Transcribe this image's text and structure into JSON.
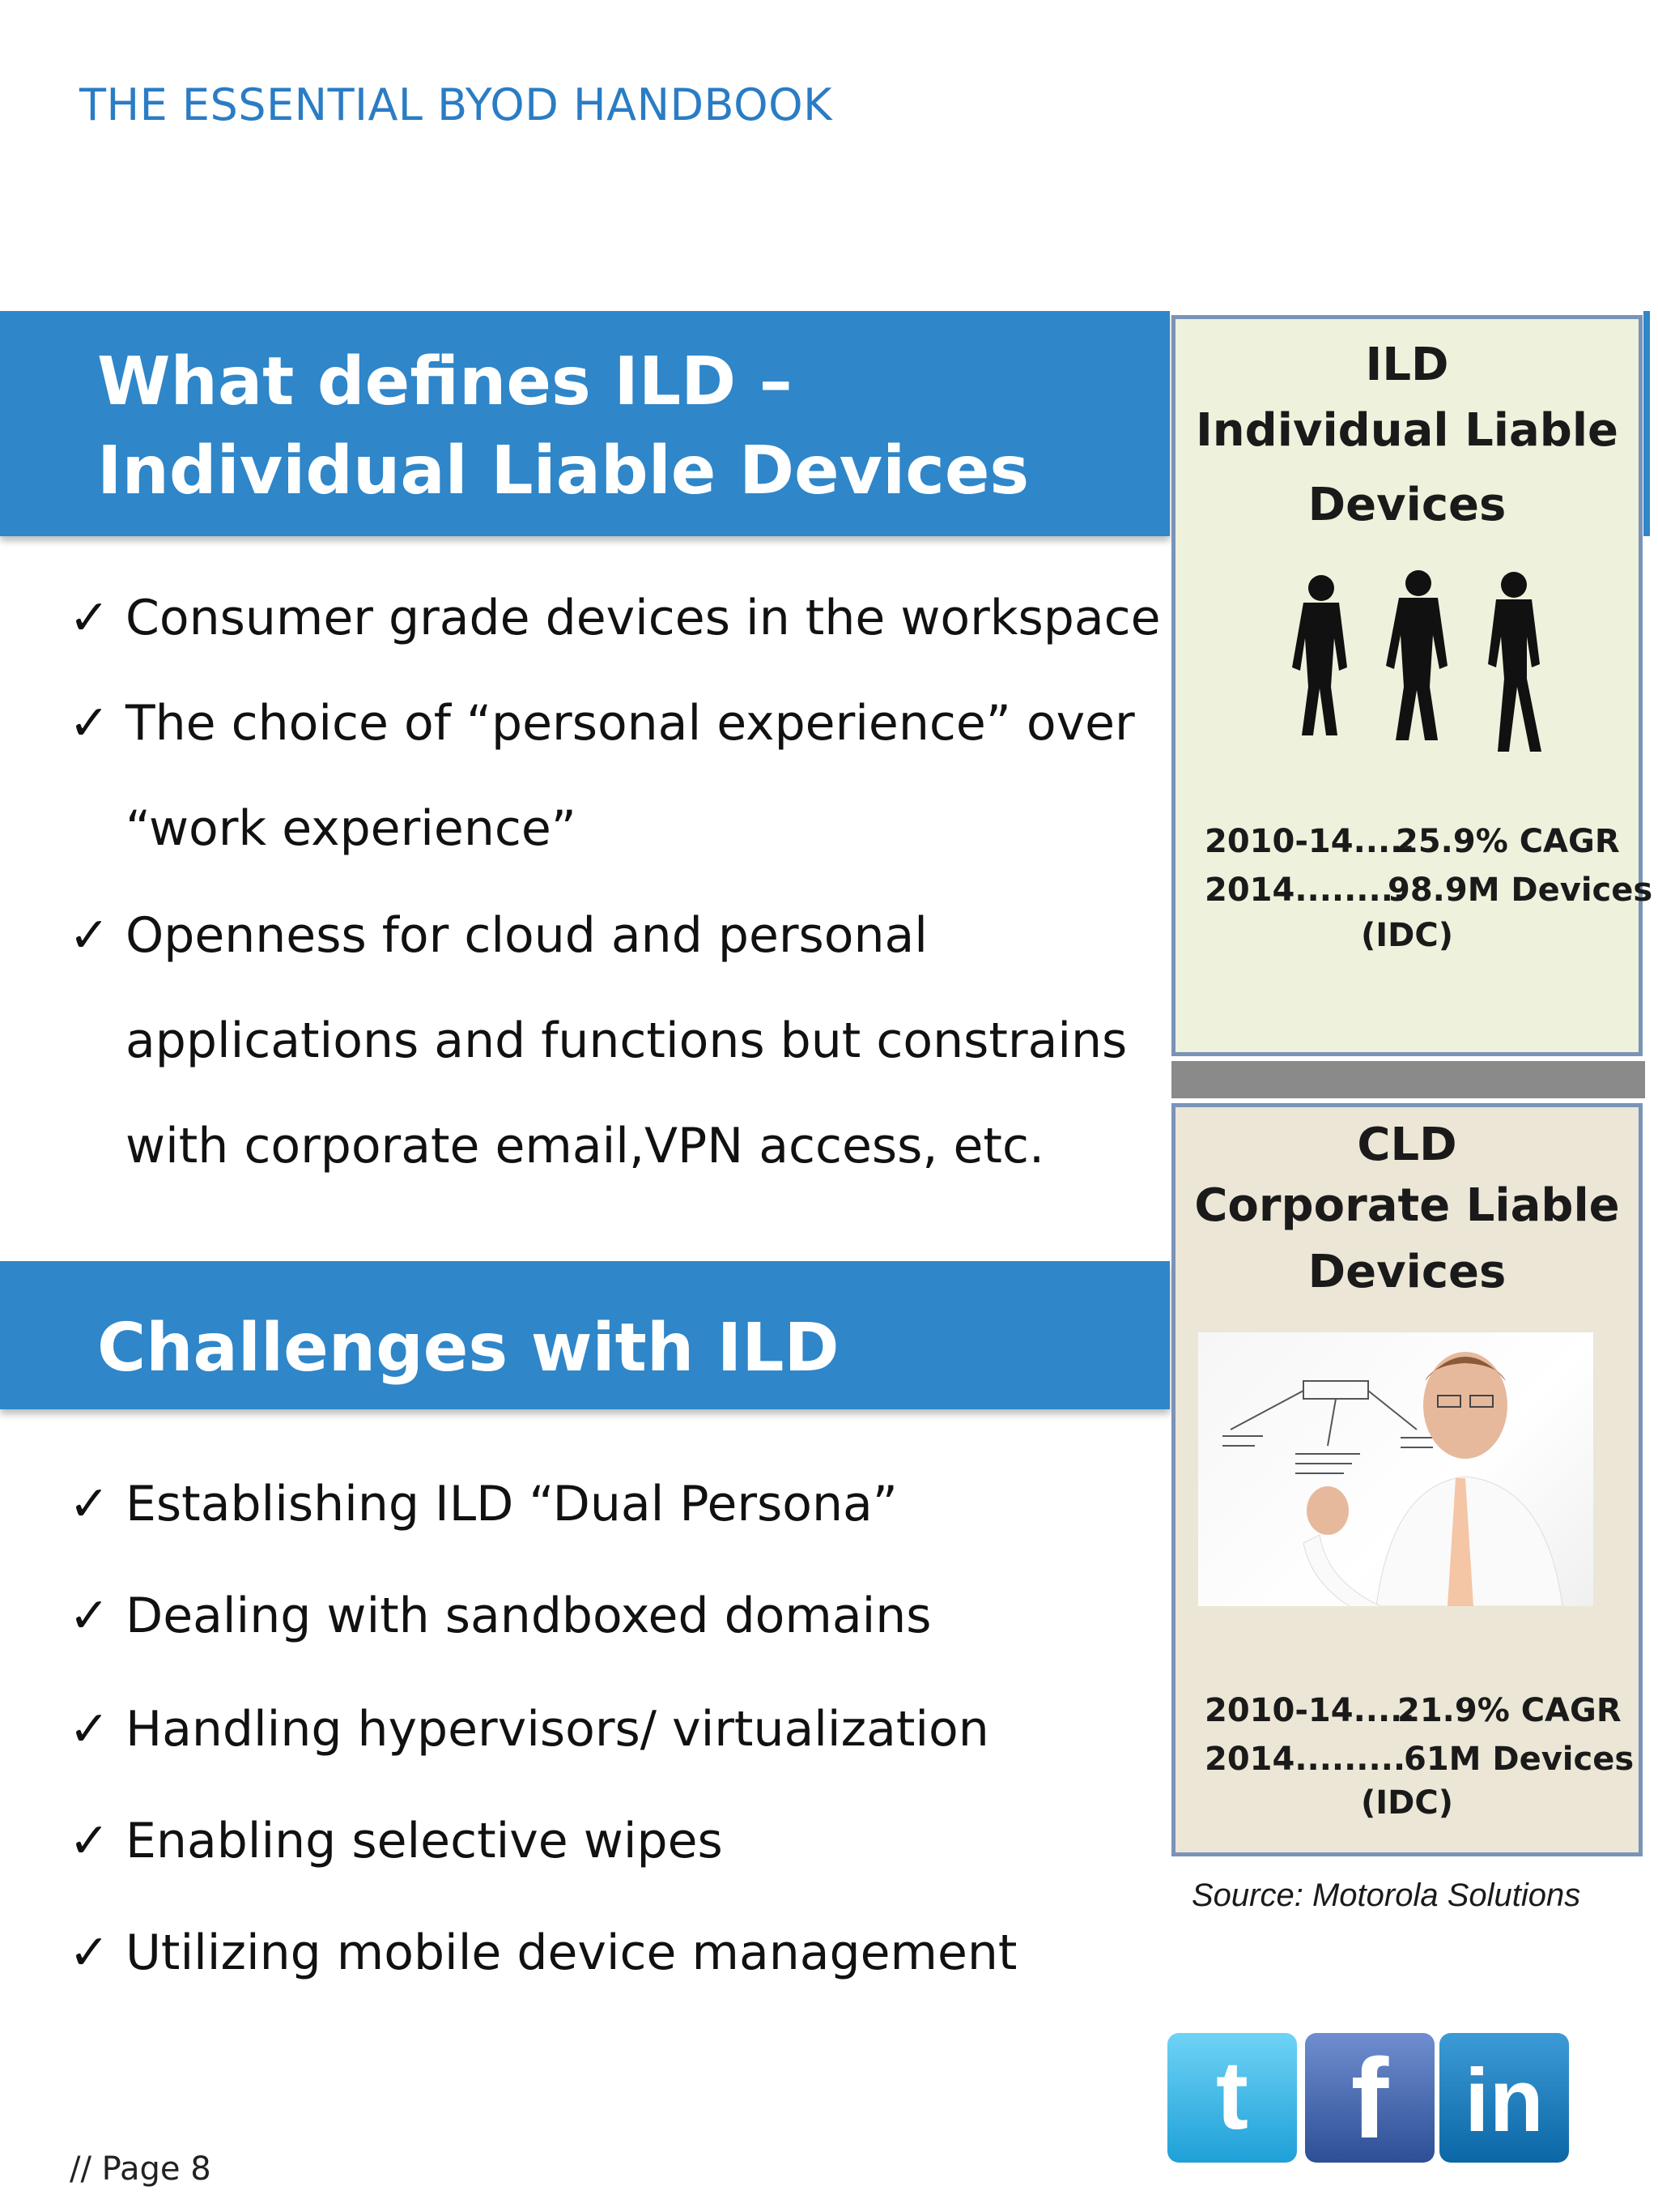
{
  "header": {
    "title": "THE ESSENTIAL BYOD HANDBOOK"
  },
  "section1": {
    "title_line1": "What defines ILD –",
    "title_line2": "Individual Liable Devices",
    "bullets": [
      "Consumer grade devices in the workspace",
      "The choice of “personal experience” over",
      "“work experience”",
      "Openness for cloud and personal",
      "applications and functions but constrains",
      "with corporate email,VPN access, etc."
    ]
  },
  "section2": {
    "title": "Challenges with ILD",
    "bullets": [
      "Establishing ILD “Dual Persona”",
      "Dealing with sandboxed domains",
      "Handling hypervisors/ virtualization",
      "Enabling selective wipes",
      "Utilizing mobile device management"
    ]
  },
  "check_glyph": "✓",
  "ild_card": {
    "abbr": "ILD",
    "full_line1": "Individual Liable",
    "full_line2": "Devices",
    "stat1_left": "2010-14.....",
    "stat1_right": "25.9% CAGR",
    "stat2_left": "2014.........",
    "stat2_right": "98.9M Devices",
    "source": "(IDC)",
    "image_icon": "people-silhouettes-icon"
  },
  "cld_card": {
    "abbr": "CLD",
    "full_line1": "Corporate Liable",
    "full_line2": "Devices",
    "stat1_left": "2010-14.....",
    "stat1_right": "21.9% CAGR",
    "stat2_left": "2014.........",
    "stat2_right": "61M Devices",
    "source": "(IDC)",
    "image_icon": "businessman-photo"
  },
  "source_note": "Source:  Motorola Solutions",
  "page_number": "// Page 8",
  "social": {
    "twitter_glyph": "t",
    "facebook_glyph": "f",
    "linkedin_glyph": "in"
  },
  "colors": {
    "banner": "#2f86c9",
    "header_text": "#2a7cc4",
    "ild_card_bg": "#eef1dc",
    "cld_card_bg": "#ece6d6"
  }
}
